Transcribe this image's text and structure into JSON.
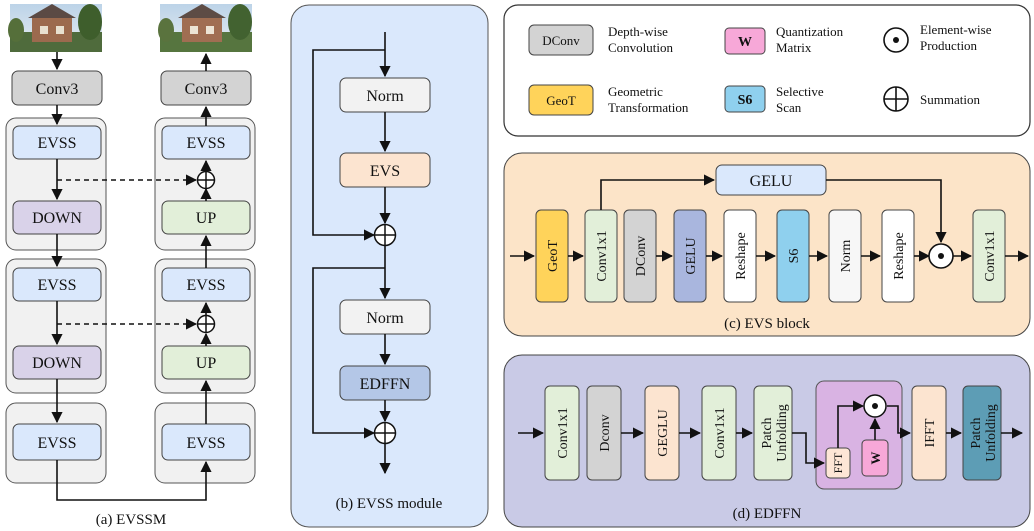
{
  "colors": {
    "conv_gray": "#d3d3d3",
    "evss_blue": "#dae8fc",
    "down_purple": "#d9d2e9",
    "up_green": "#e2efd9",
    "group_gray": "#f1f1f1",
    "evs_orange": "#fce4d0",
    "edffn_blue": "#b4c7e7",
    "panel_b": "#dae8fc",
    "panel_c": "#fce4c8",
    "panel_d": "#c9cae6",
    "geot_yellow": "#ffd35a",
    "gelu_blue": "#a9b6de",
    "s6_cyan": "#8fd0ee",
    "w_pink": "#f7a8d8",
    "fft_inner": "#fde6d6",
    "fft_group": "#d9b3e3",
    "patchunf_teal": "#5d9db5"
  },
  "panel_a": {
    "caption": "(a) EVSSM",
    "conv3_left": "Conv3",
    "conv3_right": "Conv3",
    "evss_1": "EVSS",
    "down_1": "DOWN",
    "evss_2": "EVSS",
    "down_2": "DOWN",
    "evss_3": "EVSS",
    "evss_4": "EVSS",
    "up_1": "UP",
    "evss_5": "EVSS",
    "up_2": "UP",
    "evss_6": "EVSS"
  },
  "panel_b": {
    "caption": "(b) EVSS module",
    "norm_1": "Norm",
    "evs": "EVS",
    "norm_2": "Norm",
    "edffn": "EDFFN"
  },
  "legend": {
    "dconv_sym": "DConv",
    "dconv_desc_1": "Depth-wise",
    "dconv_desc_2": "Convolution",
    "geot_sym": "GeoT",
    "geot_desc_1": "Geometric",
    "geot_desc_2": "Transformation",
    "w_sym": "W",
    "w_desc_1": "Quantization",
    "w_desc_2": "Matrix",
    "s6_sym": "S6",
    "s6_desc_1": "Selective",
    "s6_desc_2": "Scan",
    "mult_desc_1": "Element-wise",
    "mult_desc_2": "Production",
    "sum_desc": "Summation"
  },
  "panel_c": {
    "caption": "(c) EVS block",
    "gelu_top": "GELU",
    "geot": "GeoT",
    "conv1x1_a": "Conv1x1",
    "dconv": "DConv",
    "gelu": "GELU",
    "reshape_a": "Reshape",
    "s6": "S6",
    "norm": "Norm",
    "reshape_b": "Reshape",
    "conv1x1_b": "Conv1x1"
  },
  "panel_d": {
    "caption": "(d) EDFFN",
    "conv1x1_a": "Conv1x1",
    "dconv": "Dconv",
    "geglu": "GEGLU",
    "conv1x1_b": "Conv1x1",
    "patch_unf_a_1": "Patch",
    "patch_unf_a_2": "Unfolding",
    "fft": "FFT",
    "w": "W",
    "ifft": "IFFT",
    "patch_unf_b_1": "Patch",
    "patch_unf_b_2": "Unfolding"
  }
}
